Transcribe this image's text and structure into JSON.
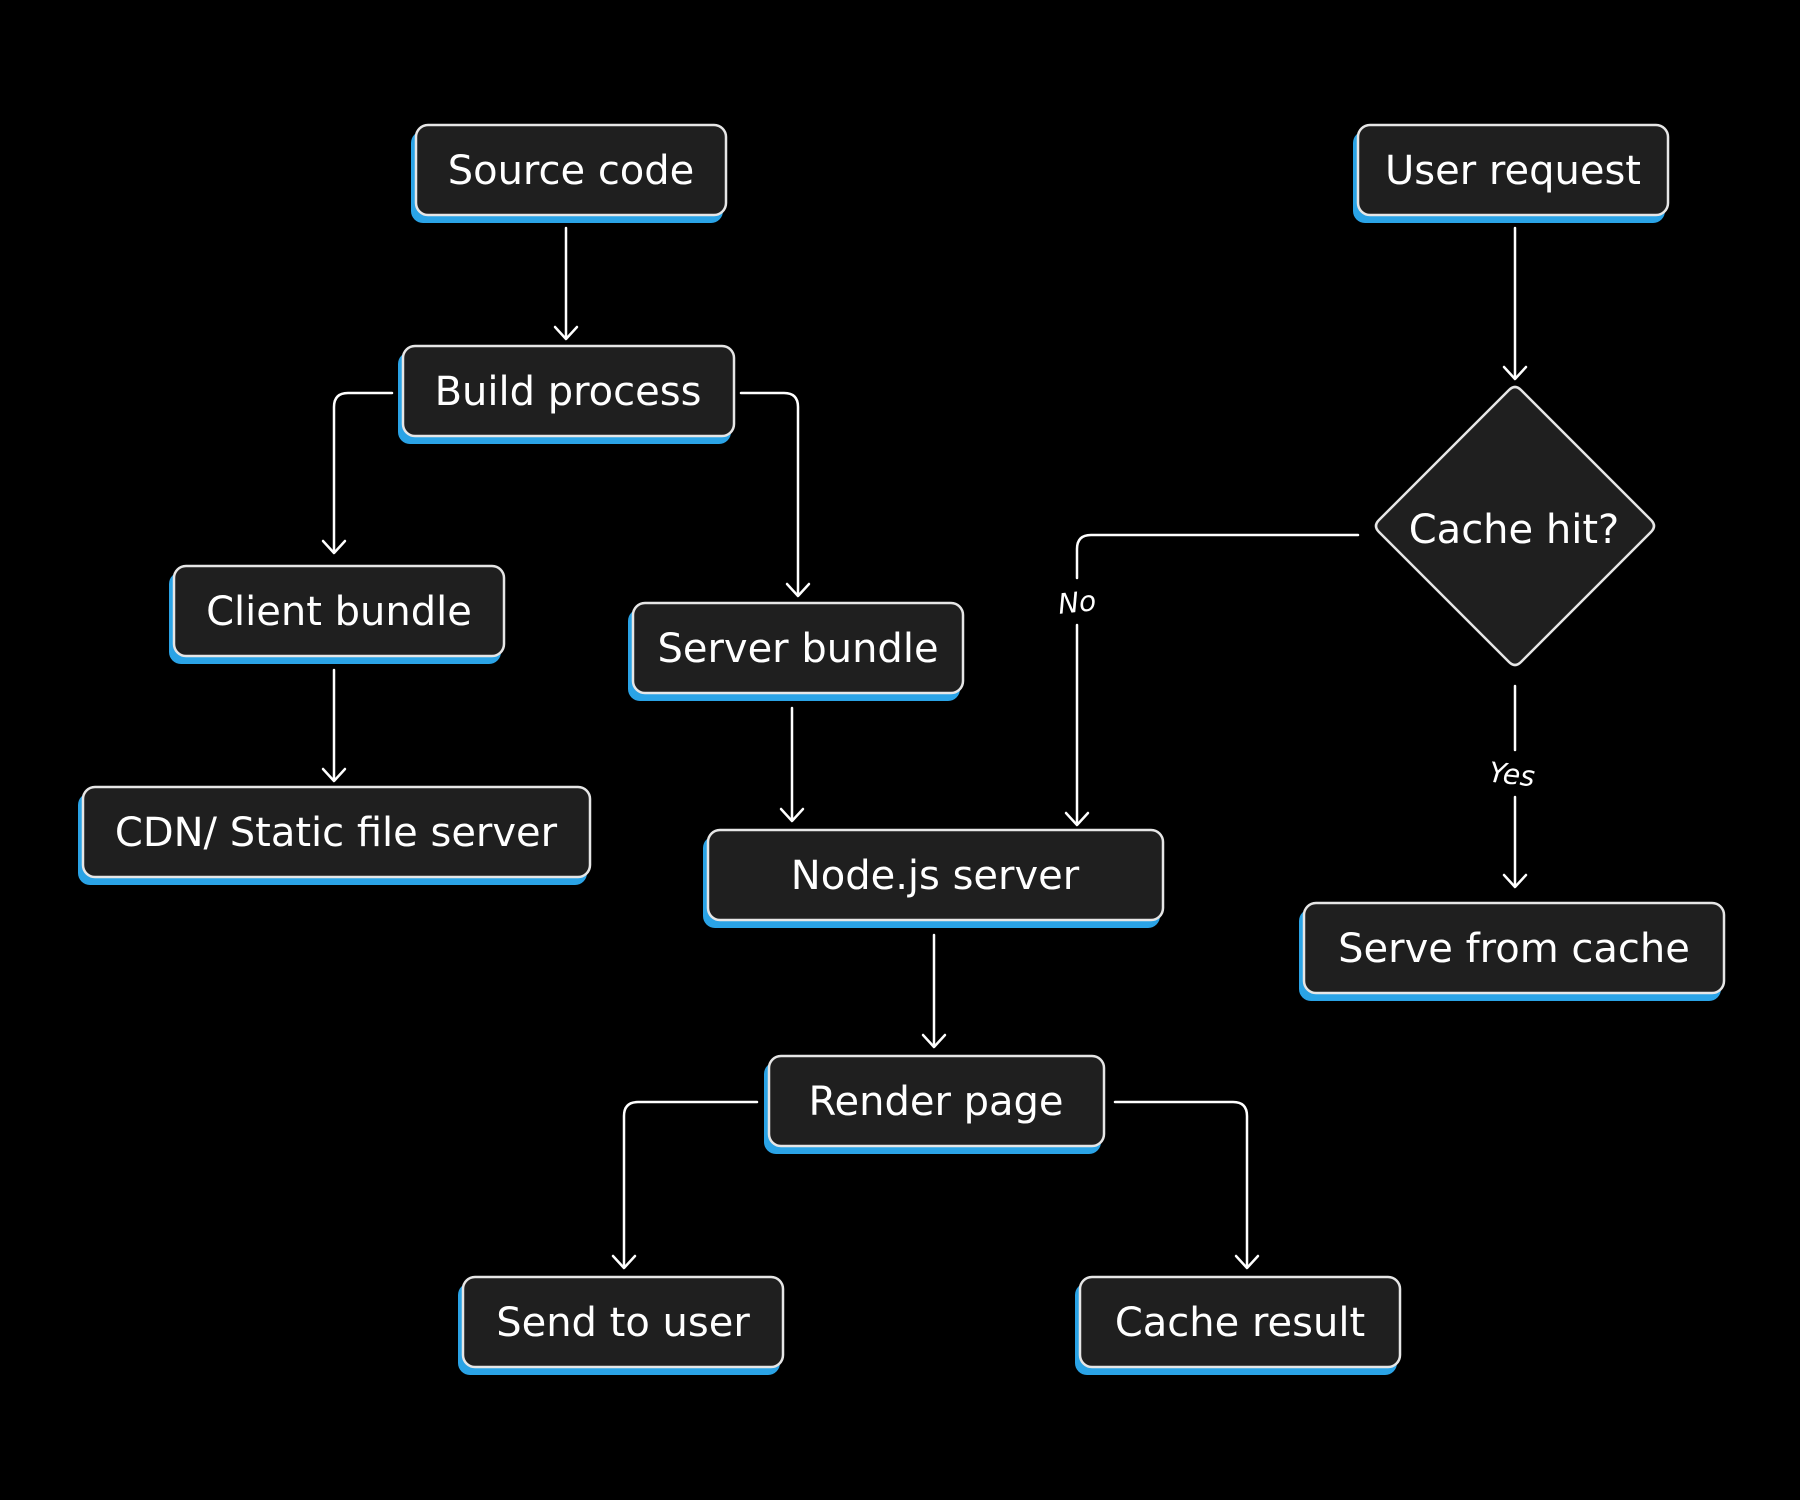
{
  "colors": {
    "background": "#000000",
    "node_fill": "#1f1f1f",
    "node_border": "#e6e6e6",
    "node_shadow": "#2aa3e6",
    "text": "#ffffff",
    "connector": "#ffffff"
  },
  "nodes": {
    "source_code": "Source code",
    "build_process": "Build process",
    "client_bundle": "Client bundle",
    "server_bundle": "Server bundle",
    "cdn_static": "CDN/ Static file server",
    "nodejs_server": "Node.js server",
    "render_page": "Render page",
    "send_to_user": "Send to user",
    "cache_result": "Cache result",
    "user_request": "User request",
    "cache_hit": "Cache hit?",
    "serve_from_cache": "Serve from cache"
  },
  "edge_labels": {
    "no": "No",
    "yes": "Yes"
  }
}
